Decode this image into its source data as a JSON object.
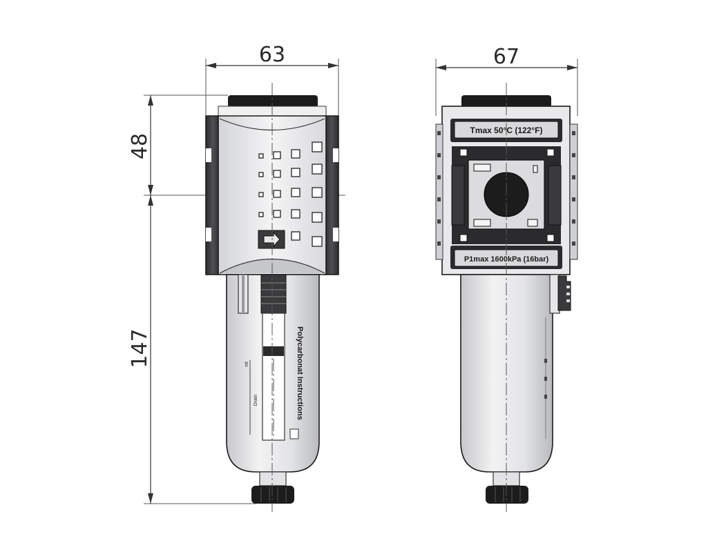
{
  "dimensions": {
    "left_width": "63",
    "right_width": "67",
    "upper_height": "48",
    "lower_height": "147"
  },
  "labels": {
    "temp_rating": "Tmax 50°C (122°F)",
    "pressure_rating": "P1max 1600kPa (16bar)",
    "bowl_text": "Polycarbonat Instructions",
    "bowl_small_1": "Drain",
    "bowl_small_2": "ml"
  },
  "colors": {
    "body_light": "#e9e9eb",
    "body_mid": "#cfd0d3",
    "side_dark": "#3a3a3c",
    "cap_dark": "#1c1c1c",
    "plate_dark": "#2b2b2d"
  }
}
